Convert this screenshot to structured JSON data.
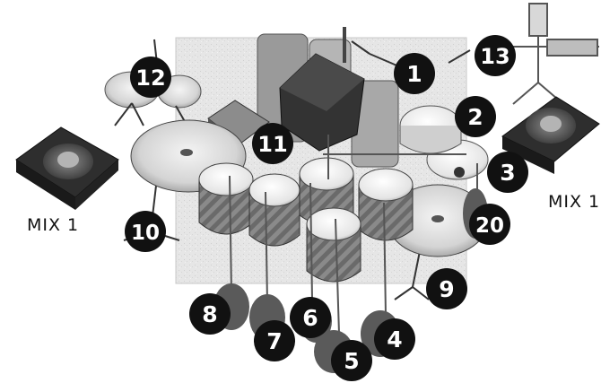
{
  "monitors": [
    {
      "id": "left",
      "label": "MIX 1"
    },
    {
      "id": "right",
      "label": "MIX 1"
    }
  ],
  "numbers": {
    "n1": "1",
    "n2": "2",
    "n3": "3",
    "n4": "4",
    "n5": "5",
    "n6": "6",
    "n7": "7",
    "n8": "8",
    "n9": "9",
    "n10": "10",
    "n11": "11",
    "n12": "12",
    "n13": "13",
    "n20": "20"
  }
}
